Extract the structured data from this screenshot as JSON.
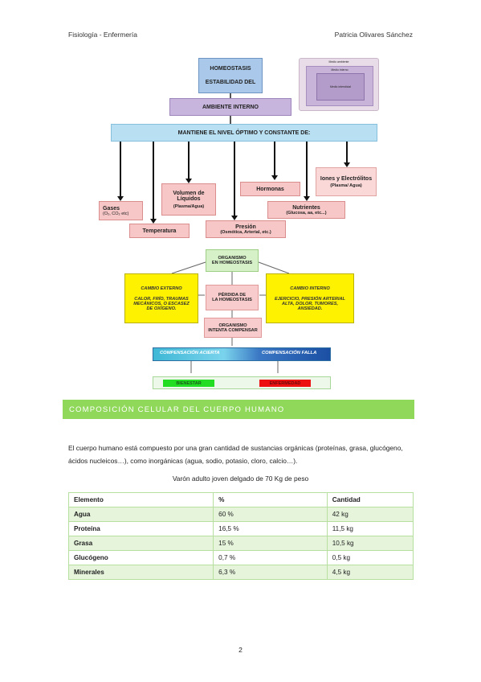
{
  "header": {
    "left": "Fisiología - Enfermería",
    "right": "Patricia Olivares Sánchez"
  },
  "diagram1": {
    "top_box": [
      "HOMEOSTASIS",
      "ESTABILIDAD DEL"
    ],
    "second_box": "AMBIENTE INTERNO",
    "third_box": "MANTIENE EL NIVEL ÓPTIMO  Y CONSTANTE DE:",
    "inset": {
      "outer": "Medio ambiente",
      "middle": "Medio interno",
      "inner": "Medio intersticial"
    },
    "items": {
      "gases_title": "Gases",
      "gases_sub": "(O₂, CO₂ etc)",
      "temperatura": "Temperatura",
      "volumen_title": "Volumen de Líquidos",
      "volumen_sub": "(Plasma/Agua)",
      "presion_title": "Presión",
      "presion_sub": "(Osmótica, Arterial, etc.)",
      "hormonas": "Hormonas",
      "nutrientes_title": "Nutrientes",
      "nutrientes_sub": "(Glucosa, aa, etc...)",
      "iones_title": "Iones y Electrólitos",
      "iones_sub": "(Plasma/ Agua)"
    }
  },
  "diagram2": {
    "organismo_homeostasis": [
      "ORGANISMO",
      "EN HOMEOSTASIS"
    ],
    "cambio_externo_title": "CAMBIO EXTERNO",
    "cambio_externo_body": "CALOR, FRÍO, TRAUMAS MECÁNICOS, O ESCASEZ DE OXÍGENO.",
    "cambio_interno_title": "CAMBIO INTERNO",
    "cambio_interno_body": "EJERCICIO, PRESIÓN ARTERIAL ALTA, DOLOR, TUMORES, ANSIEDAD.",
    "perdida": [
      "PÉRDIDA DE",
      "LA HOMEOSTASIS"
    ],
    "intenta": [
      "ORGANISMO",
      "INTENTA COMPENSAR"
    ],
    "compensacion_acierta": "COMPENSACIÓN ACIERTA",
    "compensacion_falla": "COMPENSACIÓN FALLA",
    "bienestar": "BIENESTAR",
    "enfermedad": "ENFERMEDAD",
    "colors": {
      "bienestar": "#22dd22",
      "enfermedad": "#ee1111"
    }
  },
  "section": {
    "title": "COMPOSICIÓN CELULAR DEL CUERPO HUMANO",
    "paragraph": "El cuerpo humano está compuesto por una gran cantidad de sustancias orgánicas (proteínas, grasa, glucógeno, ácidos nucleicos…), como inorgánicas (agua, sodio, potasio, cloro, calcio…).",
    "caption": "Varón adulto joven delgado de 70 Kg de peso"
  },
  "table": {
    "headers": [
      "Elemento",
      "%",
      "Cantidad"
    ],
    "rows": [
      [
        "Agua",
        "60 %",
        "42 kg"
      ],
      [
        "Proteína",
        "16,5 %",
        "11,5 kg"
      ],
      [
        "Grasa",
        "15 %",
        "10,5 kg"
      ],
      [
        "Glucógeno",
        "0,7 %",
        "0,5 kg"
      ],
      [
        "Minerales",
        "6,3 %",
        "4,5 kg"
      ]
    ]
  },
  "page_number": "2"
}
